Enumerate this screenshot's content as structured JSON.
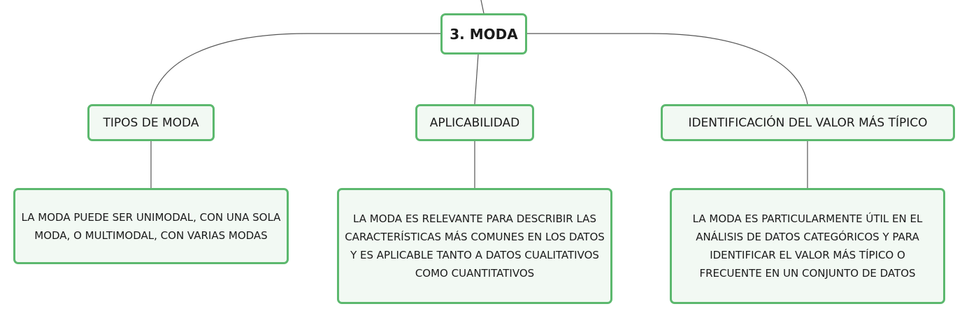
{
  "root": {
    "label": "3. MODA"
  },
  "categories": [
    {
      "label": "TIPOS DE MODA",
      "detail": "LA MODA PUEDE SER UNIMODAL, CON UNA SOLA MODA, O MULTIMODAL, CON VARIAS MODAS"
    },
    {
      "label": "APLICABILIDAD",
      "detail": "LA MODA ES RELEVANTE PARA DESCRIBIR LAS CARACTERÍSTICAS MÁS COMUNES EN LOS DATOS Y ES APLICABLE TANTO A DATOS CUALITATIVOS COMO CUANTITATIVOS"
    },
    {
      "label": "IDENTIFICACIÓN DEL VALOR MÁS TÍPICO",
      "detail": "LA MODA ES PARTICULARMENTE ÚTIL EN EL ANÁLISIS DE DATOS CATEGÓRICOS Y PARA IDENTIFICAR EL VALOR MÁS TÍPICO O FRECUENTE EN UN CONJUNTO DE DATOS"
    }
  ],
  "colors": {
    "node_border": "#5cb86e",
    "node_fill": "#f2f9f3",
    "connector": "#555555"
  }
}
